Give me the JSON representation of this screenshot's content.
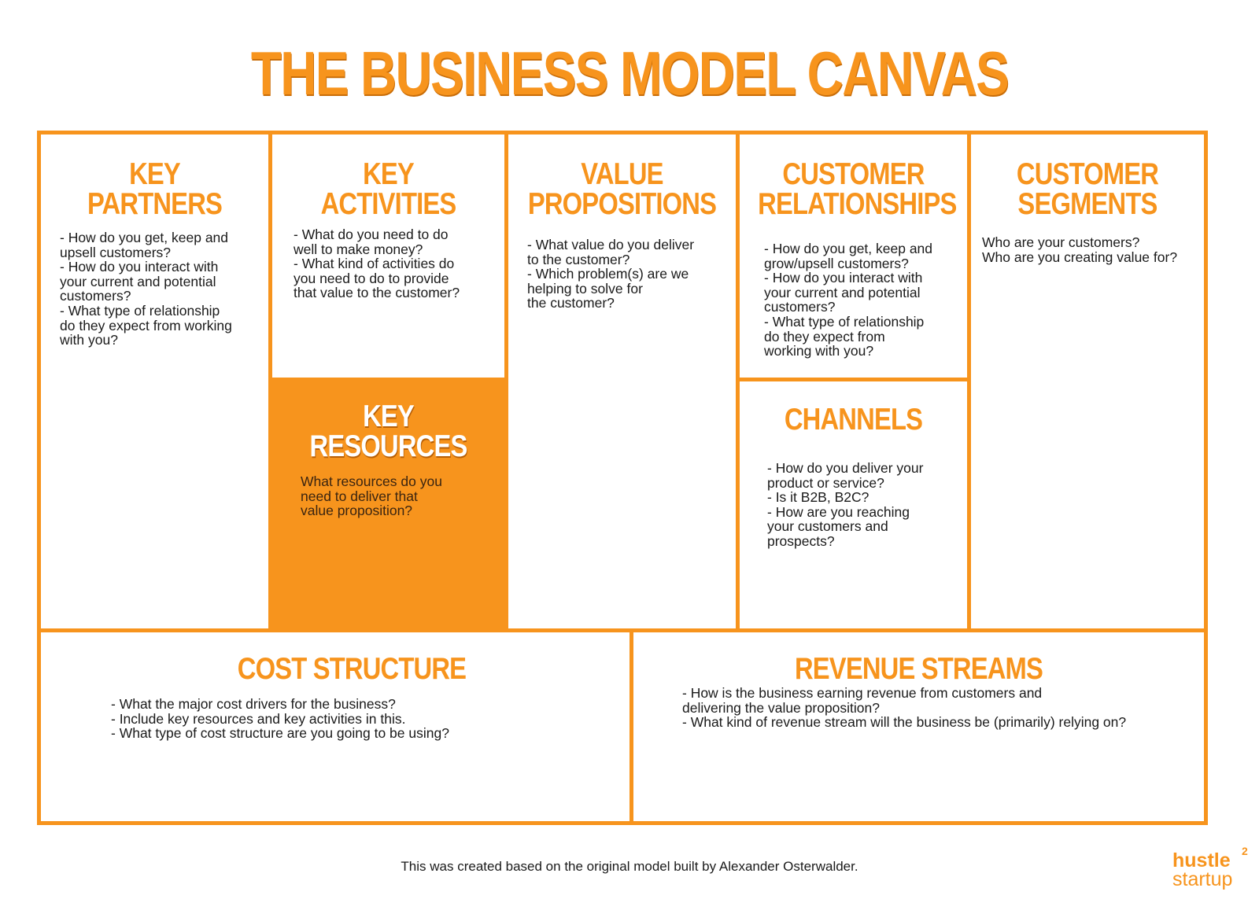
{
  "title": "THE BUSINESS MODEL CANVAS",
  "accent_color": "#f7941d",
  "blocks": {
    "key_partners": {
      "heading": [
        "KEY",
        "PARTNERS"
      ],
      "lines": [
        "- How do you get, keep and",
        "upsell customers?",
        "- How do you interact with",
        "your current and potential",
        "customers?",
        "- What type of relationship",
        "do they expect from working",
        "with you?"
      ]
    },
    "key_activities": {
      "heading": [
        "KEY",
        "ACTIVITIES"
      ],
      "lines": [
        "- What do you need to do",
        "well to make money?",
        "- What kind of activities do",
        "you need to do to provide",
        "that value to the customer?"
      ]
    },
    "key_resources": {
      "heading": [
        "KEY",
        "RESOURCES"
      ],
      "lines": [
        "What resources do you",
        "need to deliver that",
        "value proposition?"
      ]
    },
    "value_propositions": {
      "heading": [
        "VALUE",
        "PROPOSITIONS"
      ],
      "lines": [
        "- What value do you deliver",
        "to the customer?",
        "- Which problem(s) are we",
        "helping to solve for",
        "the customer?"
      ]
    },
    "customer_relationships": {
      "heading": [
        "CUSTOMER",
        "RELATIONSHIPS"
      ],
      "lines": [
        "- How do you get, keep and",
        "grow/upsell customers?",
        "- How do you interact with",
        "your current and potential",
        "customers?",
        "- What type of relationship",
        "do they expect from",
        "working with you?"
      ]
    },
    "channels": {
      "heading": [
        "CHANNELS"
      ],
      "lines": [
        "- How do you deliver your",
        "product or service?",
        "- Is it B2B, B2C?",
        "- How are you reaching",
        "your customers and",
        "prospects?"
      ]
    },
    "customer_segments": {
      "heading": [
        "CUSTOMER",
        "SEGMENTS"
      ],
      "lines": [
        "Who are your customers?",
        "Who are you creating value for?"
      ]
    },
    "cost_structure": {
      "heading": [
        "COST STRUCTURE"
      ],
      "lines": [
        "- What the major cost drivers for the business?",
        "- Include key resources and key activities in this.",
        "- What type of cost structure are you going to be using?"
      ]
    },
    "revenue_streams": {
      "heading": [
        "REVENUE STREAMS"
      ],
      "lines": [
        "- How is the business earning revenue from customers and",
        "delivering the value proposition?",
        "- What kind of revenue stream will the business be (primarily) relying on?"
      ]
    }
  },
  "footer": "This was created based on the original model built by Alexander Osterwalder.",
  "logo": {
    "line1": "hustle",
    "line2": "startup",
    "sup": "2"
  }
}
